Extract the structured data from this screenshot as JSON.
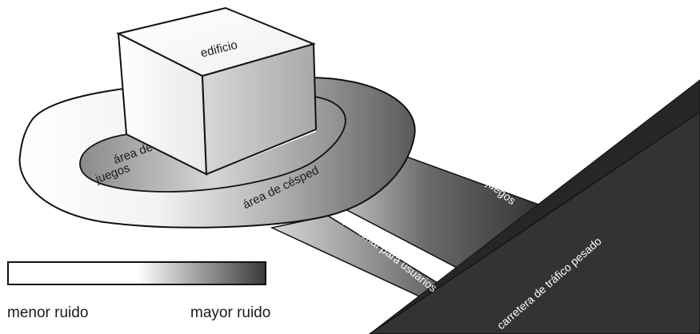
{
  "labels": {
    "building": "edificio",
    "play_area_line1": "área de",
    "play_area_line2": "juegos",
    "lawn_area": "área de césped",
    "play_field": "campo de juegos",
    "pedestrian_path": "peatonal para usuarios",
    "heavy_road": "carretera de tráfico pesado"
  },
  "legend": {
    "low": "menor ruido",
    "high": "mayor ruido",
    "colors": [
      "#ffffff",
      "#ffffff",
      "#3a3a3a"
    ]
  }
}
